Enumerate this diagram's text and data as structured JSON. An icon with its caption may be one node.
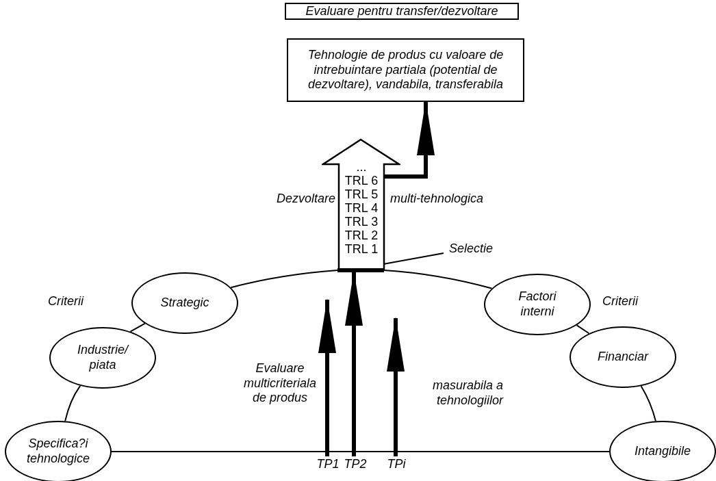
{
  "diagram": {
    "nodes": [
      {
        "text": [
          "Evaluare pentru transfer/dezvoltare"
        ]
      },
      {
        "text": [
          "Tehnologie de produs cu valoare de intrebuintare partiala (potential de dezvoltare), vandabila, transferabila"
        ]
      },
      {
        "text": [
          "...",
          "TRL 6",
          "TRL 5",
          "TRL 4",
          "TRL 3",
          "TRL 2",
          "TRL 1"
        ]
      },
      {
        "text": [],
        "shape": "bar"
      },
      {
        "text": [
          "Selectie"
        ]
      },
      {
        "text": [
          "Strategic"
        ]
      },
      {
        "text": [
          "Industrie/ piata"
        ]
      },
      {
        "text": [
          "Specifica?i tehnologice"
        ]
      },
      {
        "text": [
          "Factori interni"
        ]
      },
      {
        "text": [
          "Financiar"
        ]
      },
      {
        "text": [
          "Intangibile"
        ]
      },
      {
        "text": [
          "TP1"
        ]
      },
      {
        "text": [
          "TP2"
        ]
      },
      {
        "text": [
          "TPi"
        ]
      }
    ],
    "edges": [
      {
        "from": 7,
        "to": 6,
        "arrow": "none"
      },
      {
        "from": 6,
        "to": 5,
        "arrow": "none"
      },
      {
        "from": 5,
        "to": 3,
        "arrow": "none"
      },
      {
        "from": 3,
        "to": 8,
        "arrow": "none"
      },
      {
        "from": 8,
        "to": 9,
        "arrow": "none"
      },
      {
        "from": 9,
        "to": 10,
        "arrow": "none"
      },
      {
        "from": 7,
        "to": 10,
        "arrow": "none"
      },
      {
        "from": 2,
        "to": 1,
        "arrow": "to",
        "style": "thick"
      },
      {
        "from": 4,
        "to": 3,
        "arrow": "none"
      },
      {
        "from": 11,
        "to": null,
        "arrow": "to",
        "style": "thick"
      },
      {
        "from": 12,
        "to": 3,
        "arrow": "to",
        "style": "thick"
      },
      {
        "from": 13,
        "to": null,
        "arrow": "to",
        "style": "thick"
      }
    ],
    "labels": [
      "Dezvoltare",
      "multi-tehnologica",
      "Criterii",
      "Criterii",
      "Evaluare multicriteriala de produs",
      "masurabila a tehnologiilor"
    ]
  }
}
